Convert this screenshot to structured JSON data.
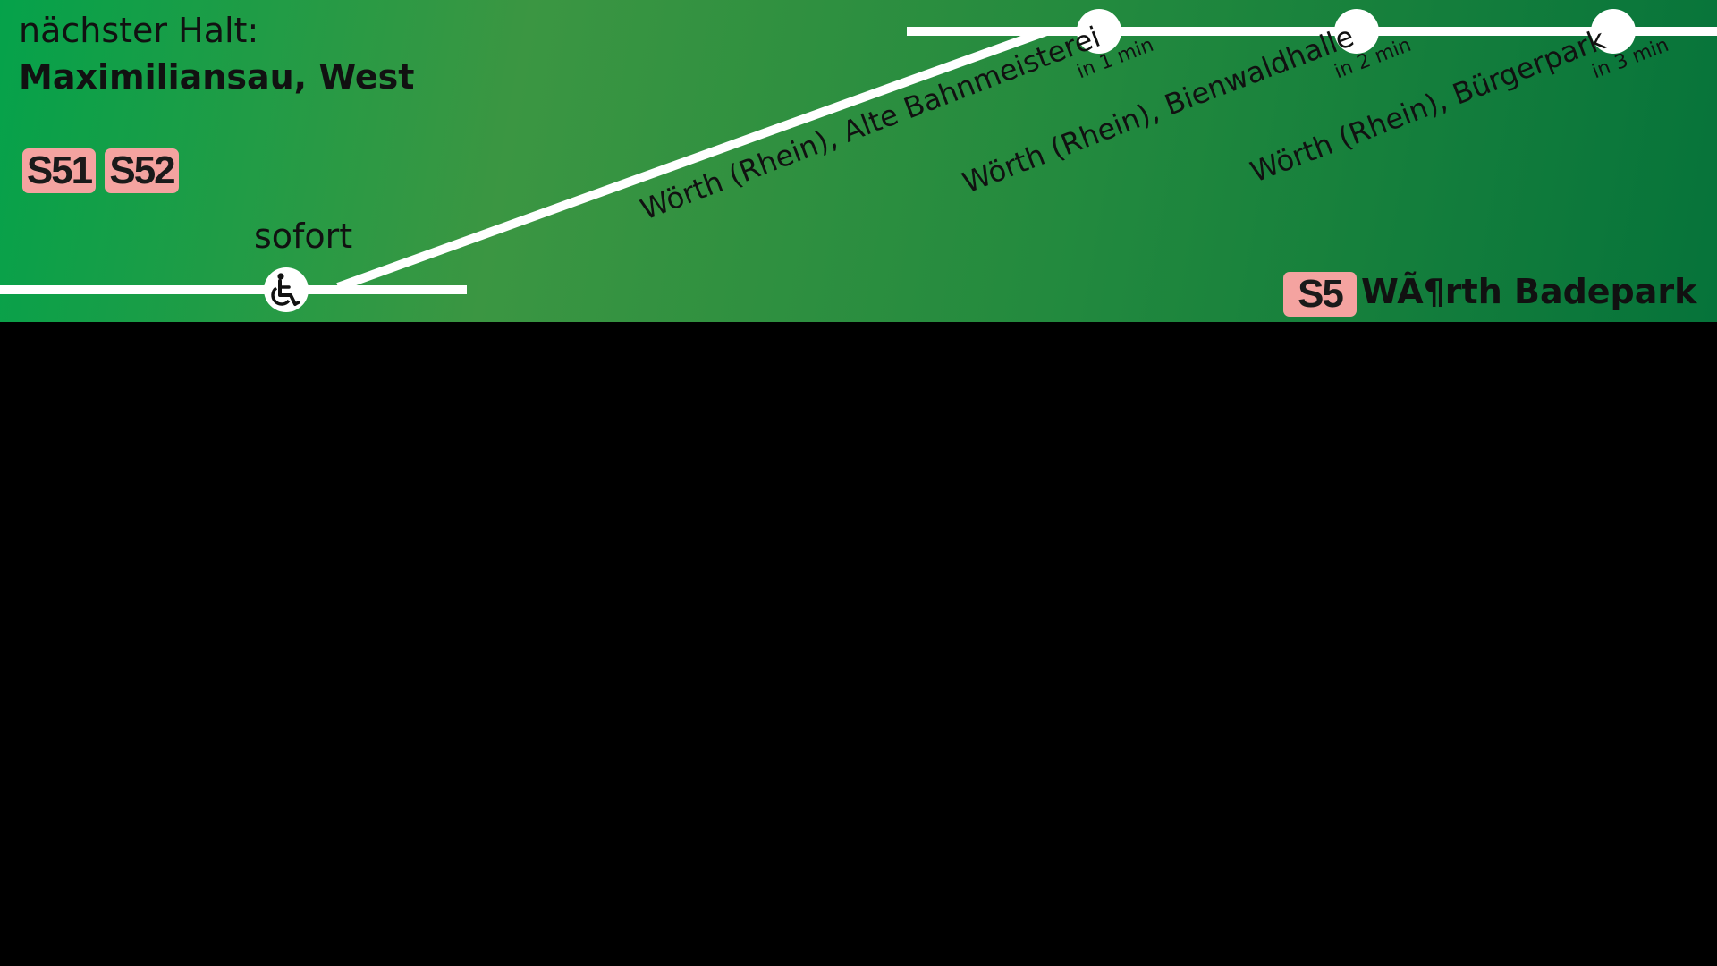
{
  "next_stop": {
    "label": "nächster Halt:",
    "name": "Maximiliansau, West",
    "lines": [
      "S51",
      "S52"
    ],
    "departure": "sofort",
    "accessibility_icon": "wheelchair-icon"
  },
  "upcoming_stops": [
    {
      "name": "Wörth (Rhein), Alte Bahnmeisterei",
      "eta": "in 1 min"
    },
    {
      "name": "Wörth (Rhein), Bienwaldhalle",
      "eta": "in 2 min"
    },
    {
      "name": "Wörth (Rhein), Bürgerpark",
      "eta": "in 3 min"
    }
  ],
  "destination": {
    "line": "S5",
    "name": "WÃ¶rth Badepark"
  },
  "colors": {
    "gradient_start": "#05a24a",
    "gradient_mid": "#3b9642",
    "gradient_end": "#06733a",
    "line_badge": "#f4a3a0",
    "route_line": "#ffffff"
  }
}
